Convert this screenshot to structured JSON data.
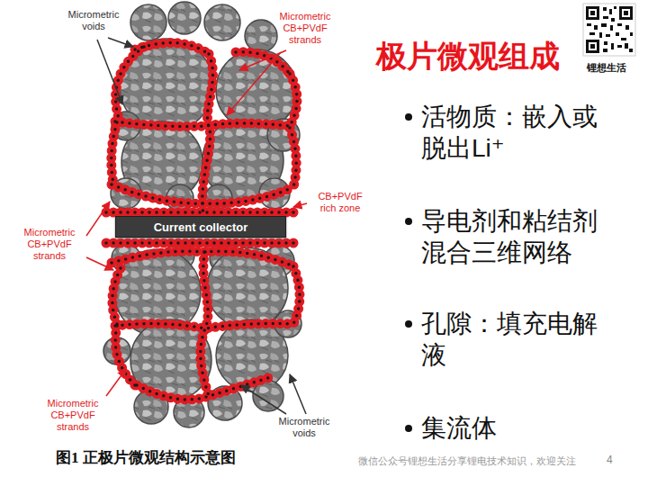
{
  "diagram": {
    "title": "极片微观组成",
    "caption": "图1 正极片微观结构示意图",
    "nodes": [
      {
        "text": [
          "Current collector"
        ]
      }
    ],
    "labels": [
      "Micrometric voids",
      "Micrometric CB+PVdF strands",
      "CB+PVdF rich zone",
      "Micrometric CB+PVdF strands",
      "Micrometric CB+PVdF strands",
      "Micrometric voids",
      "锂想生活",
      "活物质：嵌入或脱出Li⁺",
      "导电剂和粘结剂混合三维网络",
      "孔隙：填充电解液",
      "集流体",
      "微信公众号锂想生活分享锂电技术知识，欢迎关注",
      "4"
    ]
  }
}
